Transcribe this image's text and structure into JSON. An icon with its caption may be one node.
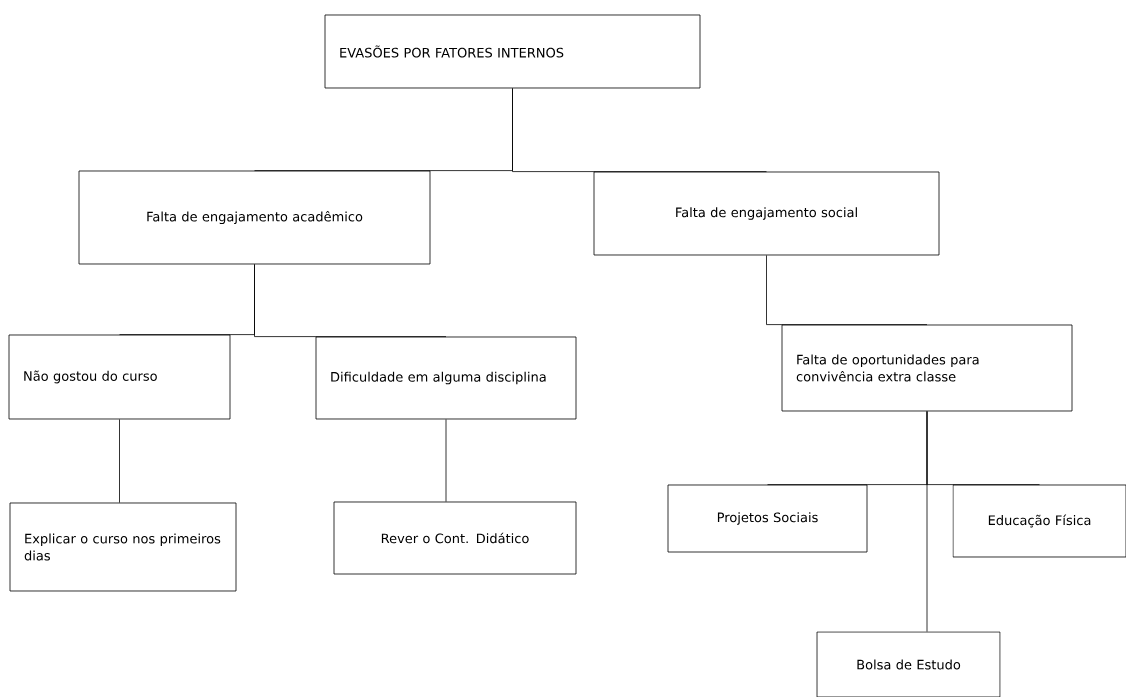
{
  "diagram": {
    "nodes": [
      {
        "text": [
          "EVASÕES POR FATORES INTERNOS"
        ]
      },
      {
        "text": [
          "Falta de engajamento acadêmico"
        ]
      },
      {
        "text": [
          "Falta de engajamento social"
        ]
      },
      {
        "text": [
          "Não gostou do curso"
        ]
      },
      {
        "text": [
          "Dificuldade em alguma disciplina"
        ]
      },
      {
        "text": [
          "Falta de oportunidades para convivência extra classe"
        ]
      },
      {
        "text": [
          "Explicar o curso nos primeiros dias"
        ]
      },
      {
        "text": [
          "Rever o Cont. Didático"
        ]
      },
      {
        "text": [
          "Projetos Sociais"
        ]
      },
      {
        "text": [
          "Educação Física"
        ]
      },
      {
        "text": [
          "Bolsa de Estudo"
        ]
      }
    ],
    "edges": [
      {
        "from": 0,
        "to": 1,
        "arrow": "none"
      },
      {
        "from": 0,
        "to": 2,
        "arrow": "none"
      },
      {
        "from": 1,
        "to": 3,
        "arrow": "none"
      },
      {
        "from": 1,
        "to": 4,
        "arrow": "none"
      },
      {
        "from": 2,
        "to": 5,
        "arrow": "none"
      },
      {
        "from": 3,
        "to": 6,
        "arrow": "none"
      },
      {
        "from": 4,
        "to": 7,
        "arrow": "none"
      },
      {
        "from": 5,
        "to": 8,
        "arrow": "none"
      },
      {
        "from": 5,
        "to": 9,
        "arrow": "none"
      },
      {
        "from": 5,
        "to": 10,
        "arrow": "none"
      }
    ]
  }
}
